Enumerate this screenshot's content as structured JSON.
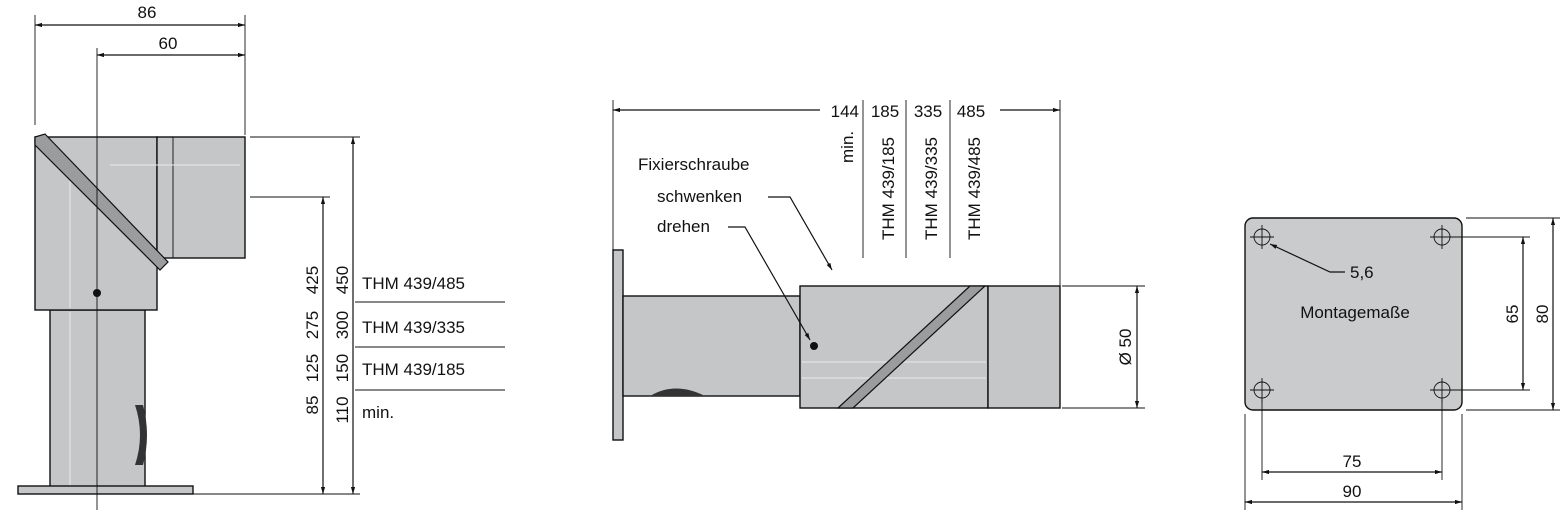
{
  "side_view": {
    "width_total": "86",
    "width_axis": "60",
    "heights_inner": [
      "425",
      "275",
      "125",
      "85"
    ],
    "heights_outer": [
      "450",
      "300",
      "150",
      "110"
    ],
    "variants": [
      "THM 439/485",
      "THM 439/335",
      "THM 439/185",
      "min."
    ]
  },
  "top_view": {
    "lengths": [
      "144",
      "185",
      "335",
      "485"
    ],
    "length_labels": [
      "min.",
      "THM 439/185",
      "THM 439/335",
      "THM 439/485"
    ],
    "fixing_screw": "Fixierschraube",
    "swivel": "schwenken",
    "rotate": "drehen",
    "diameter": "Ø 50"
  },
  "mounting": {
    "hole_dia": "5,6",
    "title": "Montagemaße",
    "hole_v": "65",
    "plate_v": "80",
    "hole_h": "75",
    "plate_h": "90"
  }
}
